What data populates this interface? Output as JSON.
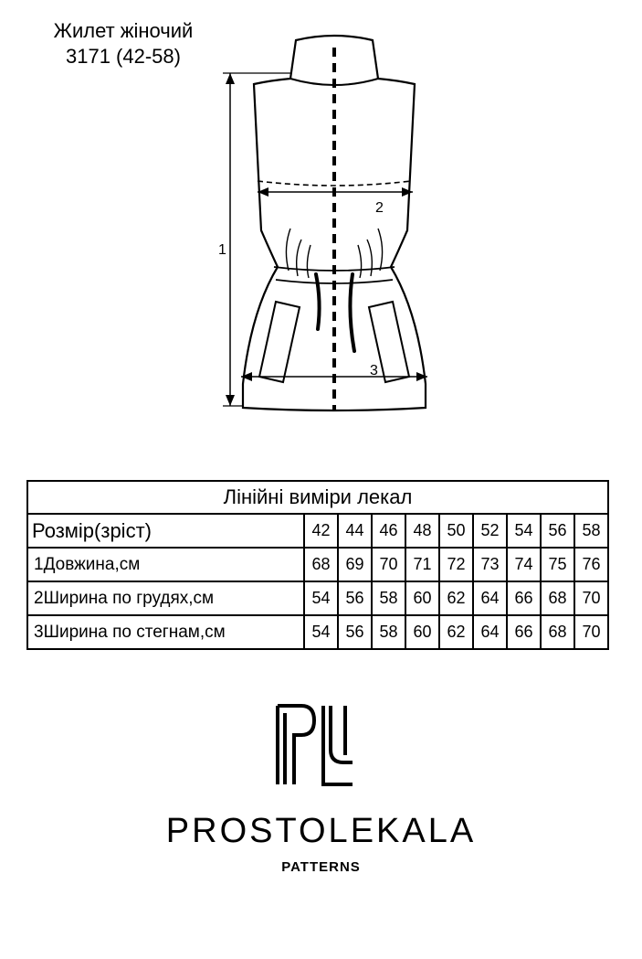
{
  "header": {
    "title_line1": "Жилет жіночий",
    "title_line2": "3171 (42-58)"
  },
  "diagram": {
    "measure_labels": [
      "1",
      "2",
      "3"
    ]
  },
  "table": {
    "caption": "Лінійні виміри лекал",
    "size_label": "Розмір(зріст)",
    "sizes": [
      "42",
      "44",
      "46",
      "48",
      "50",
      "52",
      "54",
      "56",
      "58"
    ],
    "rows": [
      {
        "label": "1Довжина,см",
        "values": [
          "68",
          "69",
          "70",
          "71",
          "72",
          "73",
          "74",
          "75",
          "76"
        ]
      },
      {
        "label": "2Ширина по грудях,см",
        "values": [
          "54",
          "56",
          "58",
          "60",
          "62",
          "64",
          "66",
          "68",
          "70"
        ]
      },
      {
        "label": "3Ширина по стегнам,см",
        "values": [
          "54",
          "56",
          "58",
          "60",
          "62",
          "64",
          "66",
          "68",
          "70"
        ]
      }
    ]
  },
  "brand": {
    "name": "PROSTOLEKALA",
    "subtitle": "PATTERNS"
  }
}
